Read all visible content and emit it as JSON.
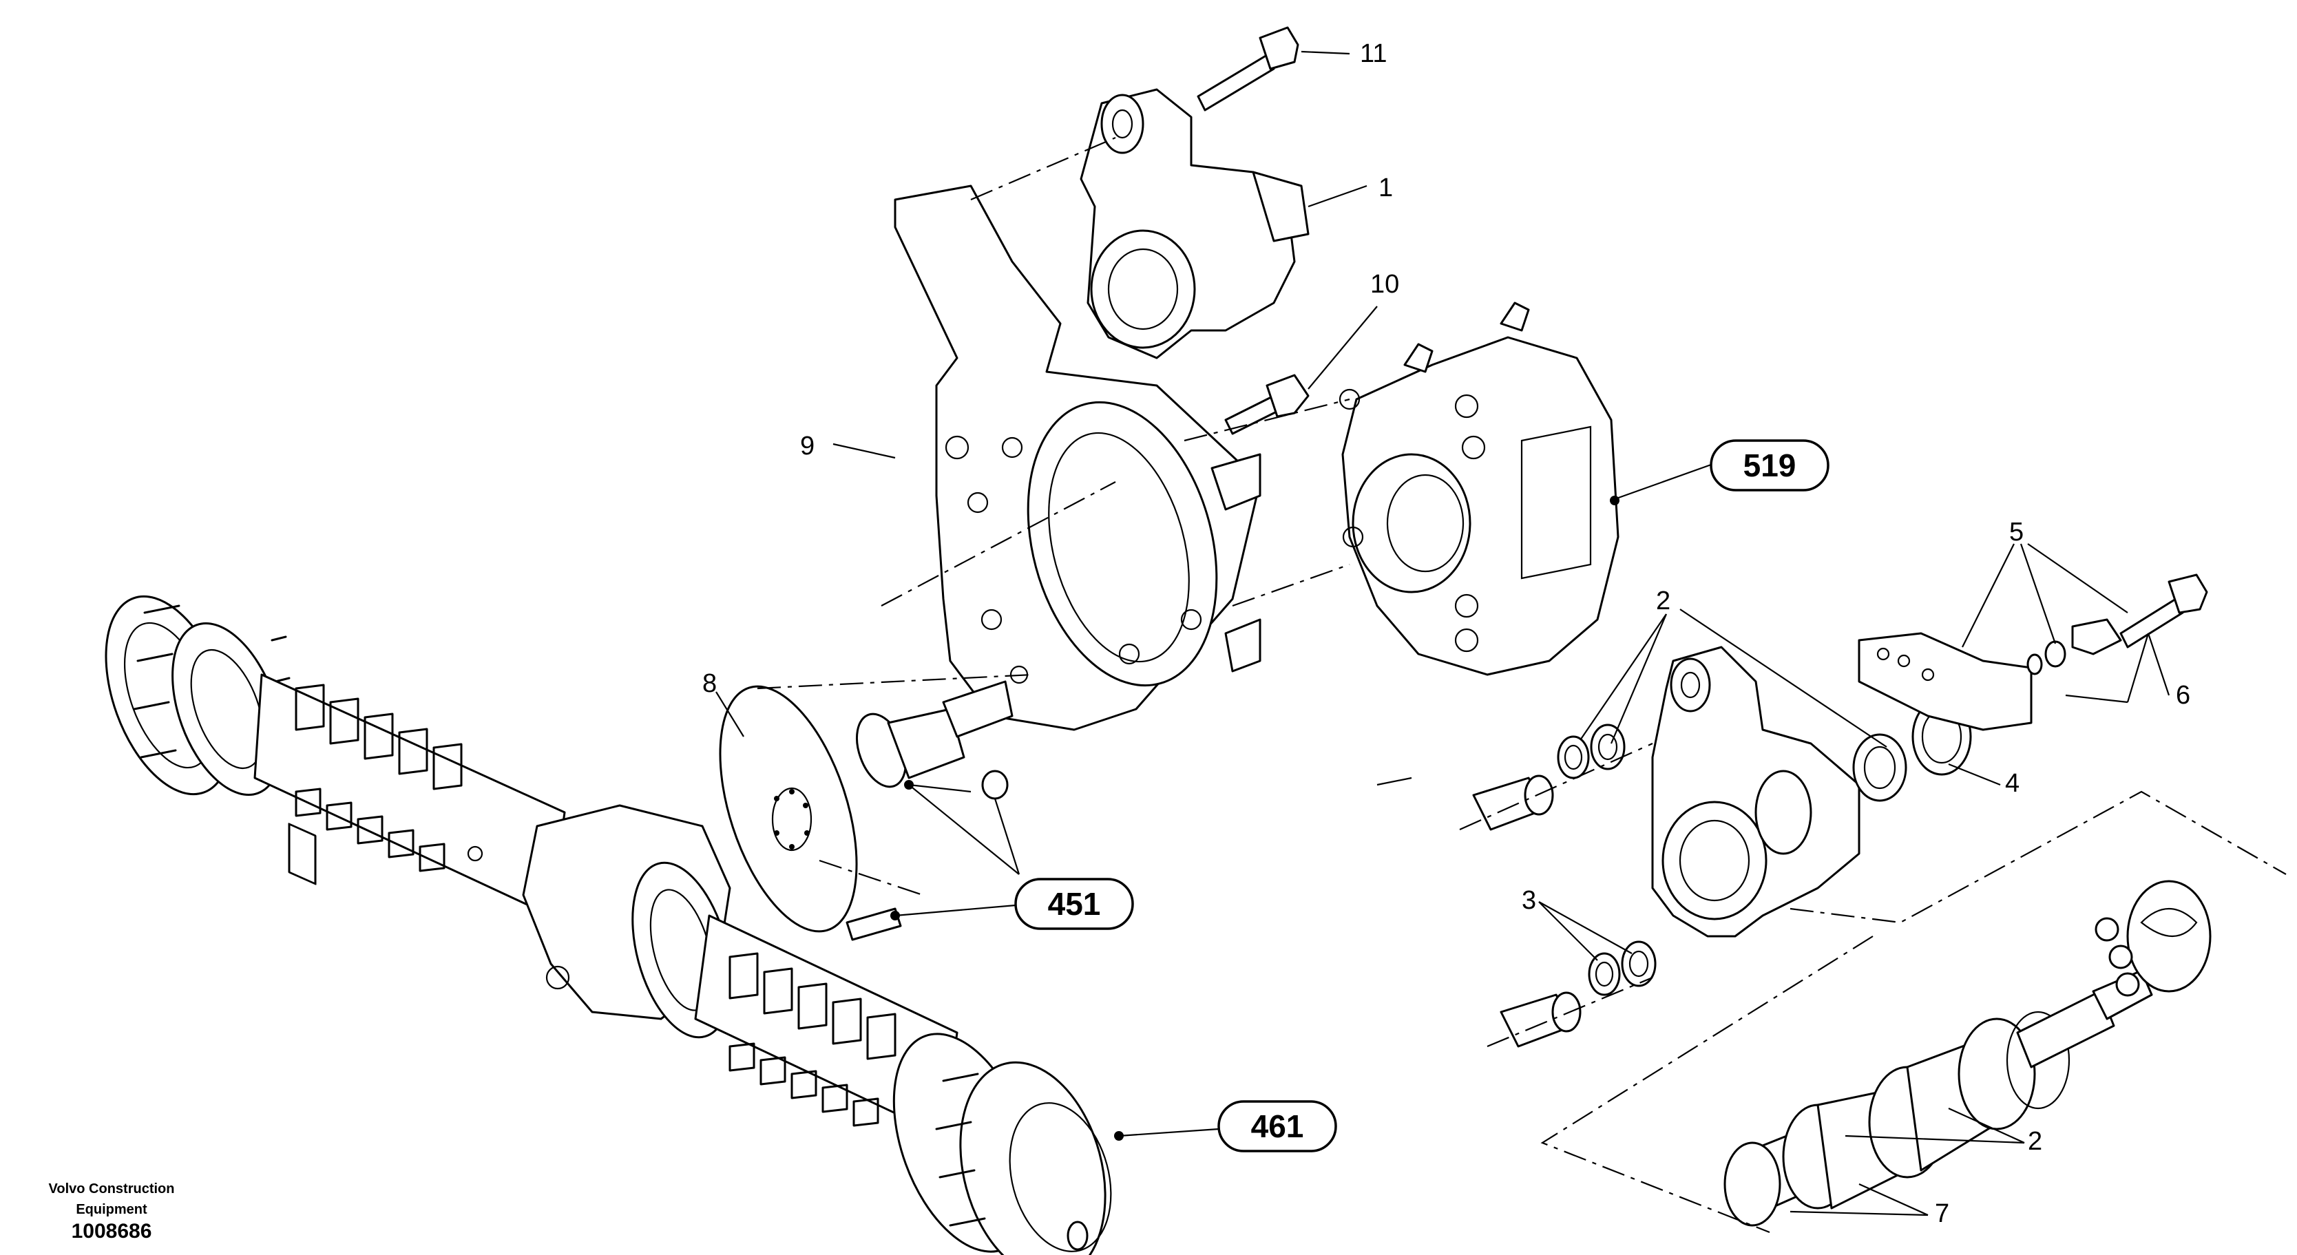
{
  "callouts": {
    "c1": "1",
    "c2a": "2",
    "c2b": "2",
    "c3": "3",
    "c4": "4",
    "c5": "5",
    "c6": "6",
    "c7": "7",
    "c8": "8",
    "c9": "9",
    "c10": "10",
    "c11": "11"
  },
  "references": {
    "r519": "519",
    "r451": "451",
    "r461": "461"
  },
  "footer": {
    "line1": "Volvo Construction",
    "line2": "Equipment",
    "number": "1008686"
  }
}
